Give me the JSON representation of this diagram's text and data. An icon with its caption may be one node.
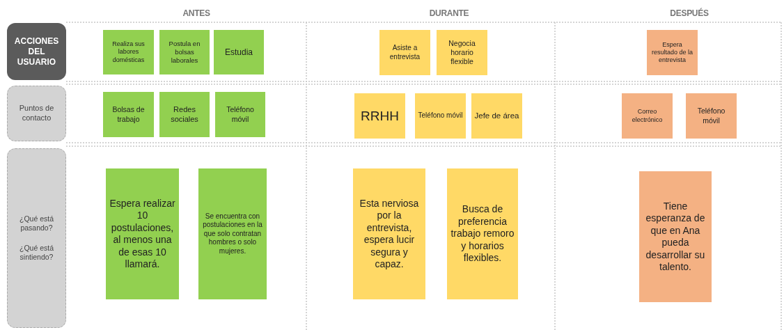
{
  "diagram": {
    "nodes": [
      {
        "text": [
          "ACCIONES DEL USUARIO"
        ]
      },
      {
        "text": [
          "Realiza sus labores domésticas"
        ]
      },
      {
        "text": [
          "Postula en bolsas laborales"
        ]
      },
      {
        "text": [
          "Estudia"
        ]
      },
      {
        "text": [
          "Asiste a entrevista"
        ]
      },
      {
        "text": [
          "Negocia horario flexible"
        ]
      },
      {
        "text": [
          "Espera resultado de la entrevista"
        ]
      },
      {
        "text": [
          "Puntos de contacto"
        ]
      },
      {
        "text": [
          "Bolsas de trabajo"
        ]
      },
      {
        "text": [
          "Redes sociales"
        ]
      },
      {
        "text": [
          "Teléfono móvil"
        ]
      },
      {
        "text": [
          "RRHH"
        ]
      },
      {
        "text": [
          "Teléfono móvil"
        ]
      },
      {
        "text": [
          "Jefe de área"
        ]
      },
      {
        "text": [
          "Correo electrónico"
        ]
      },
      {
        "text": [
          "Teléfono móvil"
        ]
      },
      {
        "text": [
          "¿Qué está pasando?",
          "¿Qué está sintiendo?"
        ]
      },
      {
        "text": [
          "Espera realizar 10 postulaciones, al menos una de esas 10 llamará."
        ]
      },
      {
        "text": [
          "Se encuentra con postulaciones en la que solo contratan hombres o solo mujeres."
        ]
      },
      {
        "text": [
          "Esta nerviosa por la entrevista, espera lucir segura y capaz."
        ]
      },
      {
        "text": [
          "Busca de preferencia trabajo remoro y horarios flexibles."
        ]
      },
      {
        "text": [
          "Tiene esperanza de que en Ana pueda desarrollar su talento."
        ]
      }
    ],
    "labels": [
      "ANTES",
      "DURANTE",
      "DESPUÉS"
    ]
  }
}
